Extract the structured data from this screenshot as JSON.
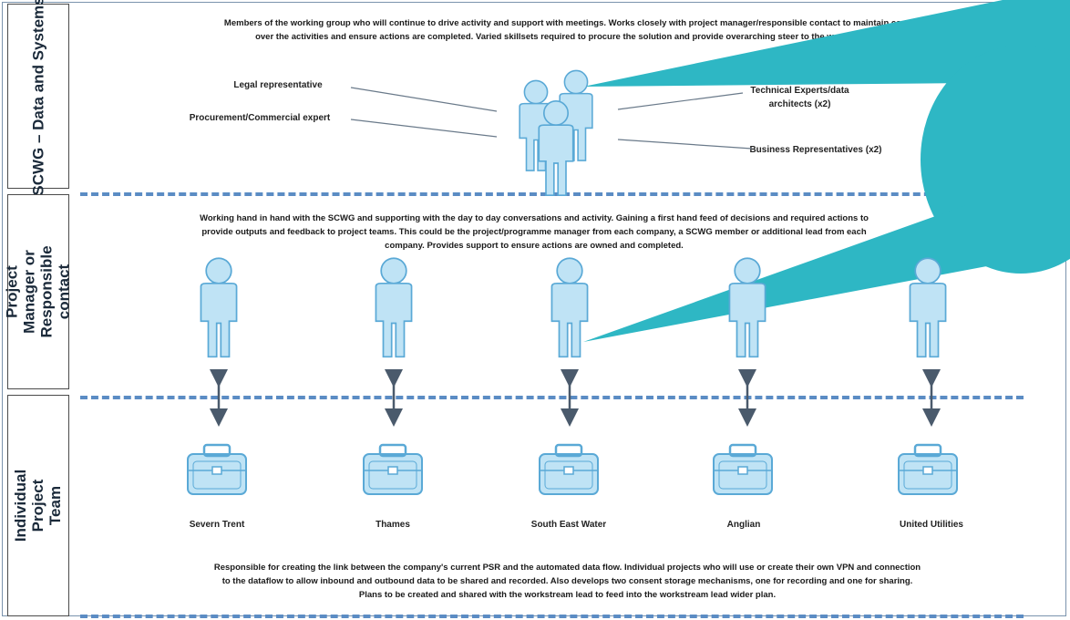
{
  "sections": {
    "top_label": "SCWG – Data and Systems",
    "mid_label": "Project Manager or Responsible contact",
    "bottom_label": "Individual Project Team"
  },
  "scwg": {
    "description_line1": "Members of the working group who will continue to drive activity and support with meetings. Works closely with project manager/responsible contact to maintain control",
    "description_line2": "over the activities and ensure actions are completed.  Varied skillsets required to procure the solution and provide overarching steer to the working group.",
    "roles": {
      "legal": "Legal representative",
      "procurement": "Procurement/Commercial expert",
      "technical": "Technical Experts/data architects (x2)",
      "business": "Business Representatives (x2)"
    }
  },
  "pm": {
    "description_line1": "Working hand in hand with the SCWG and supporting with the day to day conversations and activity. Gaining a first hand feed of decisions and required actions to",
    "description_line2": "provide outputs and feedback to project teams. This could be the project/programme manager from each company, a SCWG member or additional lead from each",
    "description_line3": "company. Provides support to ensure actions are owned and completed."
  },
  "companies": [
    {
      "name": "Severn Trent"
    },
    {
      "name": "Thames"
    },
    {
      "name": "South East Water"
    },
    {
      "name": "Anglian"
    },
    {
      "name": "United Utilities"
    }
  ],
  "team": {
    "description_line1": "Responsible for creating the link between the company's current PSR and the automated data flow. Individual projects who will use or create their own VPN and connection",
    "description_line2": "to the dataflow to allow inbound and outbound data to be shared and recorded. Also develops two consent storage mechanisms, one for recording and one for sharing.",
    "description_line3": "Plans to be created and shared with the workstream lead to feed into the workstream lead wider plan."
  },
  "colors": {
    "figure_fill": "#bfe3f5",
    "figure_stroke": "#5aa9d6",
    "callout": "#2eb7c4",
    "dashed_line": "#5b8cc4",
    "arrow": "#4a5a6c"
  }
}
